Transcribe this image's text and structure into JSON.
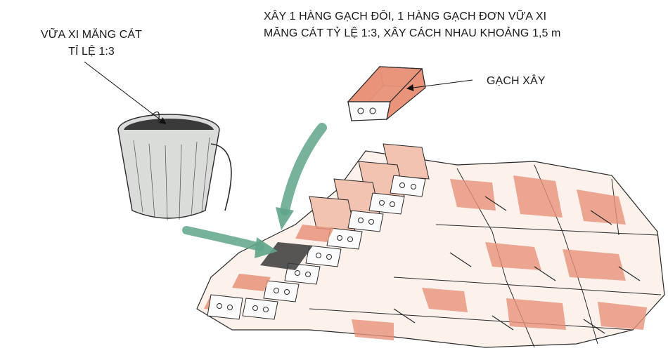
{
  "labels": {
    "mortar_line1": "VỮA XI MĂNG CÁT",
    "mortar_line2": "TỈ LỆ 1:3",
    "instruction_line1": "XÂY 1 HÀNG GẠCH ĐÔI, 1 HÀNG GẠCH ĐƠN VỮA XI",
    "instruction_line2": "MĂNG CÁT TỶ LỆ 1:3, XÂY CÁCH NHAU KHOẢNG 1,5 m",
    "brick": "GẠCH XÂY"
  },
  "colors": {
    "brick": "#e8937a",
    "brick_light": "#f3c3b1",
    "arrow": "#5fa58a",
    "bucket": "#d9dcd8",
    "mortar": "#3a3a3a",
    "ink": "#2a2a2a"
  }
}
